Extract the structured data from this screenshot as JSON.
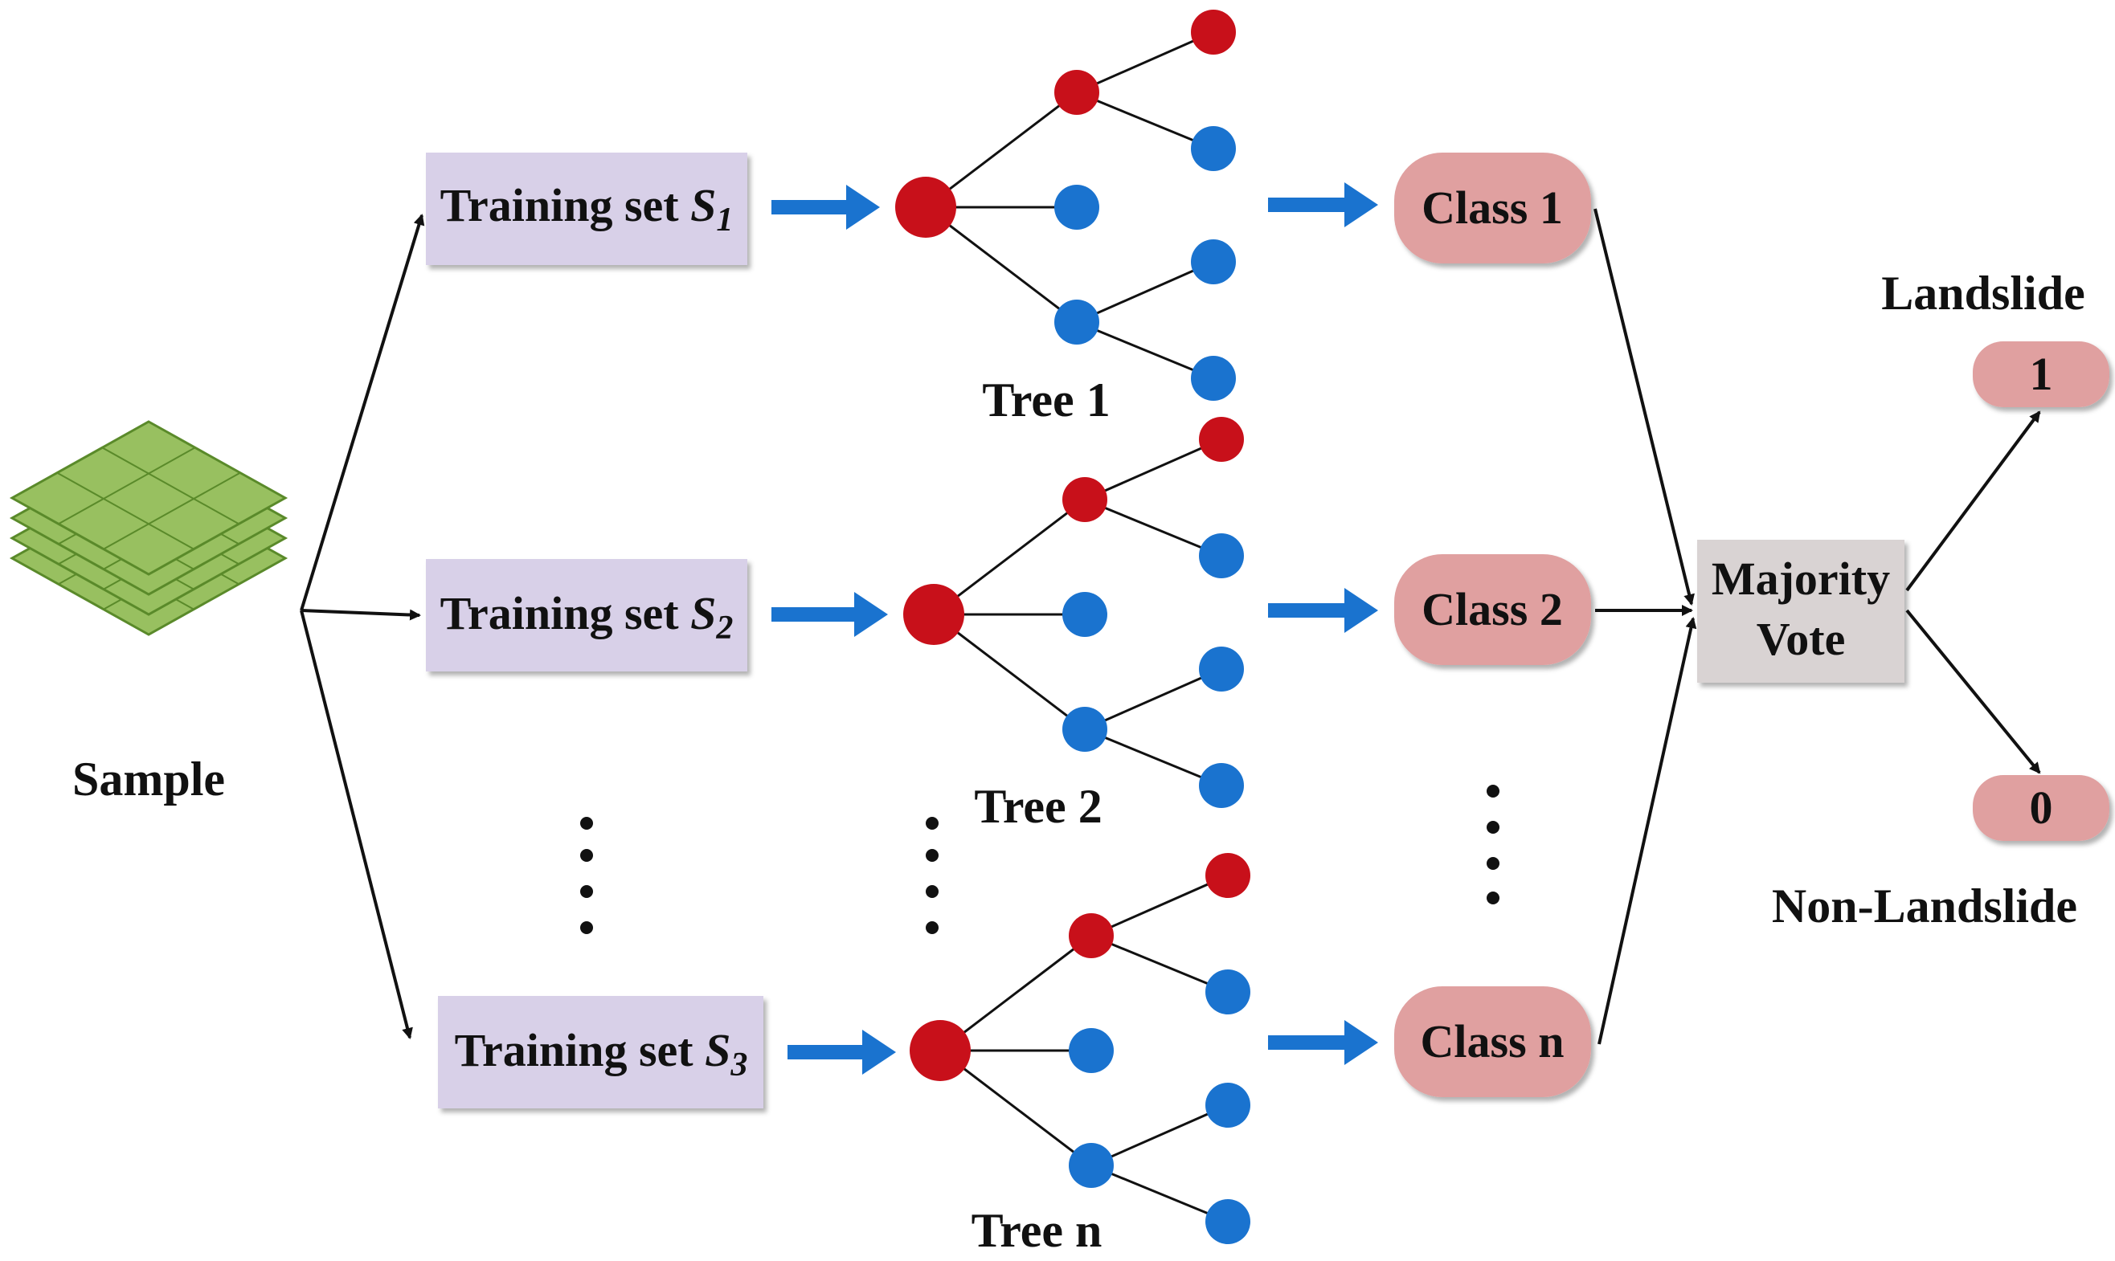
{
  "sample": {
    "label": "Sample"
  },
  "training_sets": [
    {
      "label": "Training set ",
      "symbol": "S",
      "subscript": "1"
    },
    {
      "label": "Training set ",
      "symbol": "S",
      "subscript": "2"
    },
    {
      "label": "Training set ",
      "symbol": "S",
      "subscript": "3"
    }
  ],
  "trees": [
    {
      "label": "Tree 1"
    },
    {
      "label": "Tree 2"
    },
    {
      "label": "Tree n"
    }
  ],
  "classes": [
    {
      "label": "Class 1"
    },
    {
      "label": "Class 2"
    },
    {
      "label": "Class n"
    }
  ],
  "vote": {
    "line1": "Majority",
    "line2": "Vote"
  },
  "outputs": [
    {
      "value": "1",
      "caption": "Landslide"
    },
    {
      "value": "0",
      "caption": "Non-Landslide"
    }
  ],
  "colors": {
    "box_fill": "#d8d0e8",
    "class_fill": "#e0a0a0",
    "vote_fill": "#d9d3d3",
    "node_red": "#c8101a",
    "node_blue": "#1a73cf",
    "arrow_blue": "#1a73cf",
    "layer_green": "#98c060",
    "layer_edge": "#5a8a2a"
  },
  "icons": {
    "sample": "stacked-layers-icon",
    "red_node": "red-circle",
    "blue_node": "blue-circle"
  }
}
